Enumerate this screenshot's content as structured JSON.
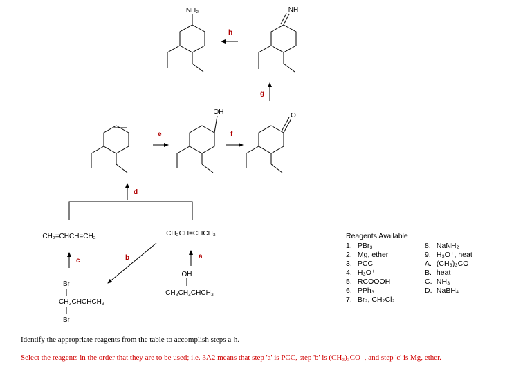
{
  "molecules": {
    "amine": "NH₂",
    "imine": "NH",
    "alcohol_ring": "OH",
    "butadiene": "CH₂=CHCH=CH₂",
    "butene": "CH₃CH=CHCH₃",
    "dibromobutane": {
      "top": "Br",
      "main": "CH₃CHCHCH₃",
      "bottom": "Br"
    },
    "butanol": {
      "top": "OH",
      "main": "CH₃CH₂CHCH₃"
    }
  },
  "steps": [
    "a",
    "b",
    "c",
    "d",
    "e",
    "f",
    "g",
    "h"
  ],
  "reagents": {
    "title": "Reagents Available",
    "left": [
      {
        "key": "1.",
        "text": "PBr₃"
      },
      {
        "key": "2.",
        "text": "Mg, ether"
      },
      {
        "key": "3.",
        "text": "PCC"
      },
      {
        "key": "4.",
        "text": "H₃O⁺"
      },
      {
        "key": "5.",
        "text": "RCOOOH"
      },
      {
        "key": "6.",
        "text": "PPh₃"
      },
      {
        "key": "7.",
        "text": "Br₂, CH₂Cl₂"
      }
    ],
    "right": [
      {
        "key": "8.",
        "text": "NaNH₂"
      },
      {
        "key": "9.",
        "text": "H₃O⁺, heat"
      },
      {
        "key": "A.",
        "text": "(CH₃)₃CO⁻"
      },
      {
        "key": "B.",
        "text": "heat"
      },
      {
        "key": "C.",
        "text": "NH₃"
      },
      {
        "key": "D.",
        "text": "NaBH₄"
      }
    ]
  },
  "question": "Identify the appropriate reagents from the table to accomplish steps a-h.",
  "instruction": "Select the reagents in the order that they are to be used; i.e. 3A2 means that step 'a' is PCC, step 'b' is (CH₃)₃CO⁻, and step 'c' is Mg, ether.",
  "colors": {
    "step_label": "#b00000",
    "instruction": "#d00000"
  }
}
